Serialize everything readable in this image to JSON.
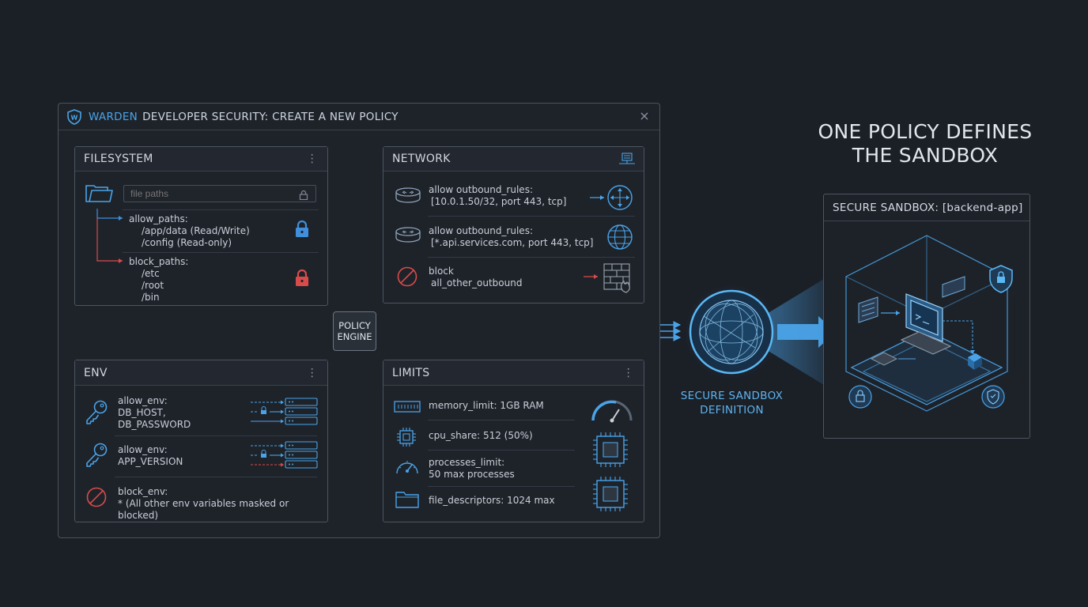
{
  "window": {
    "brand": "WARDEN",
    "title": "DEVELOPER SECURITY: CREATE A NEW POLICY",
    "close_icon": "×"
  },
  "filesystem": {
    "title": "FILESYSTEM",
    "search_placeholder": "file paths",
    "allow_label": "allow_paths:",
    "allow_items": [
      "/app/data (Read/Write)",
      "/config (Read-only)"
    ],
    "block_label": "block_paths:",
    "block_items": [
      "/etc",
      "/root",
      "/bin"
    ]
  },
  "network": {
    "title": "NETWORK",
    "rules": [
      {
        "label": "allow outbound_rules:",
        "value": "[10.0.1.50/32, port 443, tcp]",
        "icon": "router-icon",
        "end_icon": "arrows-cross-icon"
      },
      {
        "label": "allow outbound_rules:",
        "value": "[*.api.services.com, port 443, tcp]",
        "icon": "router-icon",
        "end_icon": "globe-icon"
      },
      {
        "label": "block",
        "value": "all_other_outbound",
        "icon": "block-icon",
        "end_icon": "firewall-icon"
      }
    ]
  },
  "engine": {
    "line1": "POLICY",
    "line2": "ENGINE"
  },
  "env": {
    "title": "ENV",
    "items": [
      {
        "label": "allow_env:",
        "values": [
          "DB_HOST,",
          "DB_PASSWORD"
        ],
        "icon": "key-icon"
      },
      {
        "label": "allow_env:",
        "values": [
          "APP_VERSION"
        ],
        "icon": "key-icon"
      },
      {
        "label": "block_env:",
        "values": [
          "* (All other env variables masked or blocked)"
        ],
        "icon": "block-icon"
      }
    ]
  },
  "limits": {
    "title": "LIMITS",
    "items": [
      {
        "text": "memory_limit: 1GB RAM",
        "icon": "memory-icon",
        "end_icon": "gauge-icon"
      },
      {
        "text": "cpu_share: 512 (50%)",
        "icon": "cpu-icon",
        "end_icon": "chip-icon"
      },
      {
        "text": "processes_limit:",
        "text2": "50 max processes",
        "icon": "speedometer-icon",
        "end_icon": "chip-icon"
      },
      {
        "text": "file_descriptors: 1024 max",
        "icon": "folder-icon"
      }
    ]
  },
  "headline": {
    "line1": "ONE POLICY DEFINES",
    "line2": "THE SANDBOX"
  },
  "sandbox_definition": {
    "line1": "SECURE SANDBOX",
    "line2": "DEFINITION"
  },
  "sandbox": {
    "title": "SECURE SANDBOX: [backend-app]"
  },
  "colors": {
    "accent": "#4aa3e8",
    "allow": "#3f8fdc",
    "block": "#d94b4b",
    "glow": "#5ab8f5"
  }
}
